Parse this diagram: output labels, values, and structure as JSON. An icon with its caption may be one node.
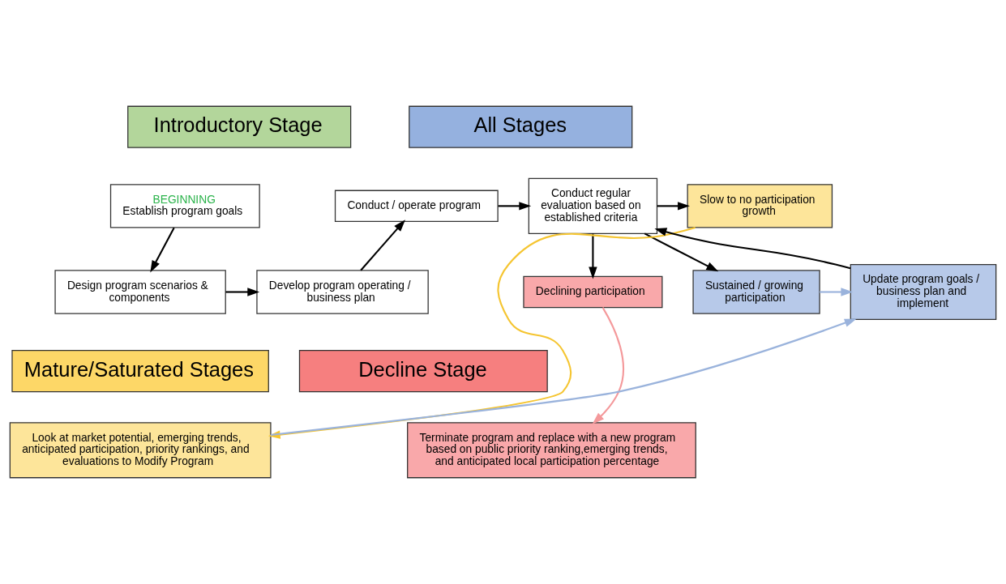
{
  "diagram": {
    "nodes": [
      {
        "text": [
          "Introductory Stage"
        ]
      },
      {
        "text": [
          "All Stages"
        ]
      },
      {
        "text": [
          "BEGINNING",
          "Establish program goals"
        ]
      },
      {
        "text": [
          "Conduct / operate program"
        ]
      },
      {
        "text": [
          "Conduct regular evaluation based on established criteria"
        ]
      },
      {
        "text": [
          "Slow to no participation growth"
        ]
      },
      {
        "text": [
          "Design program scenarios & components"
        ]
      },
      {
        "text": [
          "Develop program operating / business plan"
        ]
      },
      {
        "text": [
          "Update program goals / business plan and implement"
        ]
      },
      {
        "text": [
          "Declining participation"
        ]
      },
      {
        "text": [
          "Sustained / growing participation"
        ]
      },
      {
        "text": [
          "Mature/Saturated Stages"
        ]
      },
      {
        "text": [
          "Decline Stage"
        ]
      },
      {
        "text": [
          "Look at market potential, emerging trends, anticipated participation, priority rankings, and evaluations to Modify Program"
        ]
      },
      {
        "text": [
          "Terminate program and replace with a new program based on public priority ranking,emerging trends, and anticipated local participation percentage"
        ]
      }
    ],
    "edges": [
      {
        "from": 2,
        "to": 6,
        "arrow": "to"
      },
      {
        "from": 6,
        "to": 7,
        "arrow": "to"
      },
      {
        "from": 7,
        "to": 3,
        "arrow": "to"
      },
      {
        "from": 3,
        "to": 4,
        "arrow": "to"
      },
      {
        "from": 4,
        "to": 5,
        "arrow": "to"
      },
      {
        "from": 4,
        "to": 9,
        "arrow": "to"
      },
      {
        "from": 4,
        "to": 10,
        "arrow": "to"
      },
      {
        "from": 10,
        "to": 8,
        "arrow": "to",
        "color": "#9ab3dc"
      },
      {
        "from": 8,
        "to": 4,
        "arrow": "to"
      },
      {
        "from": 13,
        "to": 8,
        "arrow": "to",
        "color": "#9ab3dc"
      },
      {
        "from": 9,
        "to": 14,
        "arrow": "to",
        "color": "#f4999b"
      },
      {
        "from": 5,
        "to": 13,
        "arrow": "to",
        "color": "#f5c531"
      }
    ]
  }
}
